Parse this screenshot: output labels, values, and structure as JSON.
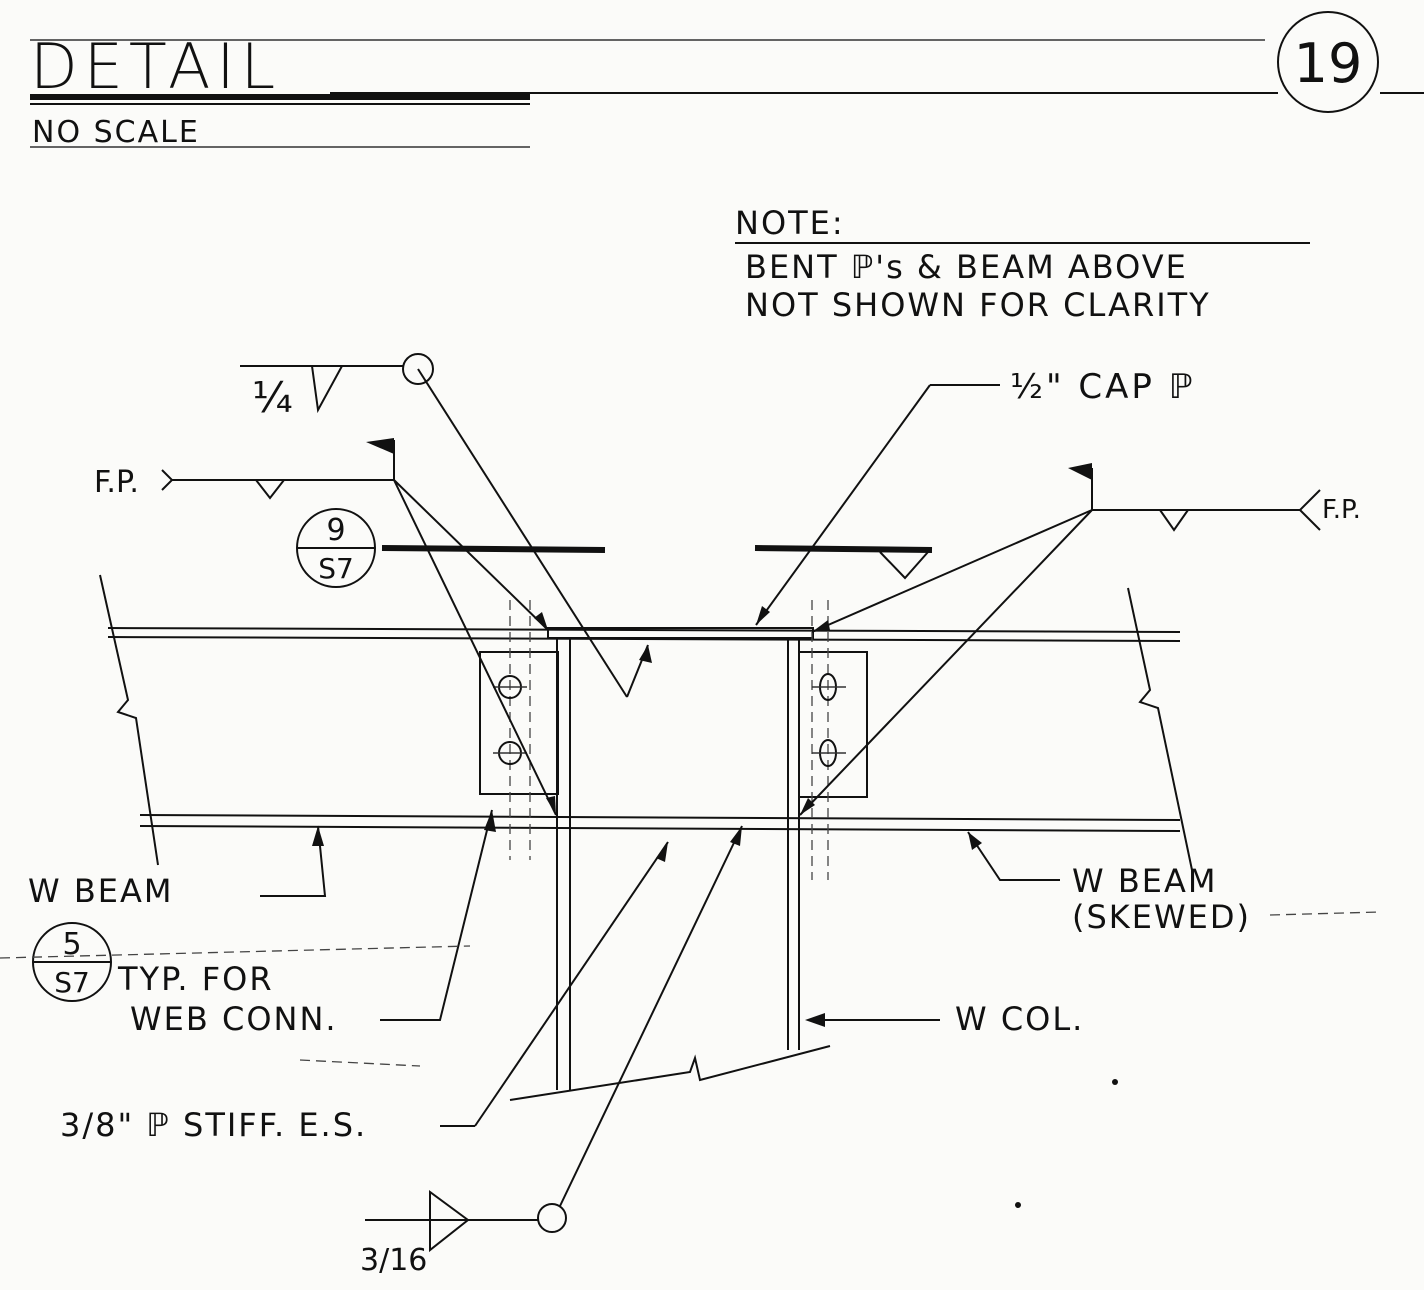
{
  "header": {
    "title": "DETAIL",
    "scale": "NO SCALE",
    "detail_number": "19"
  },
  "note": {
    "heading": "NOTE:",
    "line1": "BENT ℙ's & BEAM ABOVE",
    "line2": "NOT SHOWN FOR CLARITY"
  },
  "callouts": {
    "cap_plate": "½\" CAP ℙ",
    "field_prep_left": "F.P.",
    "field_prep_right": "F.P.",
    "weld_top": "¼",
    "weld_bottom": "3/16",
    "w_beam_left": "W BEAM",
    "w_beam_right_1": "W BEAM",
    "w_beam_right_2": "(SKEWED)",
    "web_conn_1": "TYP. FOR",
    "web_conn_2": "WEB CONN.",
    "w_col": "W COL.",
    "stiffener": "3/8\" ℙ STIFF. E.S."
  },
  "section_refs": {
    "top_num": "9",
    "top_sheet": "S7",
    "left_num": "5",
    "left_sheet": "S7"
  },
  "colors": {
    "ink": "#111111",
    "paper": "#fbfbf9"
  }
}
